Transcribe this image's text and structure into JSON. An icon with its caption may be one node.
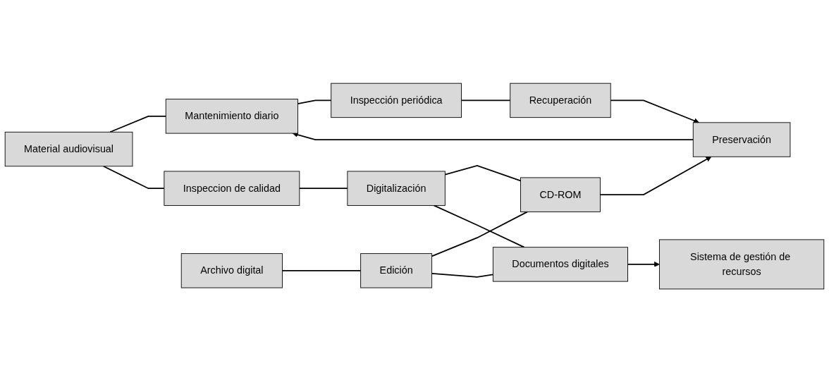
{
  "diagram": {
    "nodes": [
      {
        "text": [
          "Material audiovisual"
        ]
      },
      {
        "text": [
          "Mantenimiento diario"
        ]
      },
      {
        "text": [
          "Inspección periódica"
        ]
      },
      {
        "text": [
          "Recuperación"
        ]
      },
      {
        "text": [
          "Preservación"
        ]
      },
      {
        "text": [
          "Inspeccion de calidad"
        ]
      },
      {
        "text": [
          "Digitalización"
        ]
      },
      {
        "text": [
          "CD-ROM"
        ]
      },
      {
        "text": [
          "Archivo digital"
        ]
      },
      {
        "text": [
          "Edición"
        ]
      },
      {
        "text": [
          "Documentos digitales"
        ]
      },
      {
        "text": [
          "Sistema de gestión de recursos"
        ]
      }
    ],
    "edges": [
      {
        "from": 0,
        "to": 1,
        "arrow": "none"
      },
      {
        "from": 0,
        "to": 5,
        "arrow": "none"
      },
      {
        "from": 1,
        "to": 2,
        "arrow": "none"
      },
      {
        "from": 2,
        "to": 3,
        "arrow": "none"
      },
      {
        "from": 3,
        "to": 4,
        "arrow": "to"
      },
      {
        "from": 5,
        "to": 6,
        "arrow": "none"
      },
      {
        "from": 6,
        "to": 7,
        "arrow": "none"
      },
      {
        "from": 6,
        "to": 10,
        "arrow": "none"
      },
      {
        "from": 8,
        "to": 9,
        "arrow": "none"
      },
      {
        "from": 9,
        "to": 7,
        "arrow": "none"
      },
      {
        "from": 9,
        "to": 10,
        "arrow": "none"
      },
      {
        "from": 7,
        "to": 4,
        "arrow": "to"
      },
      {
        "from": 10,
        "to": 11,
        "arrow": "to"
      },
      {
        "from": 4,
        "to": 1,
        "arrow": "to"
      }
    ]
  }
}
